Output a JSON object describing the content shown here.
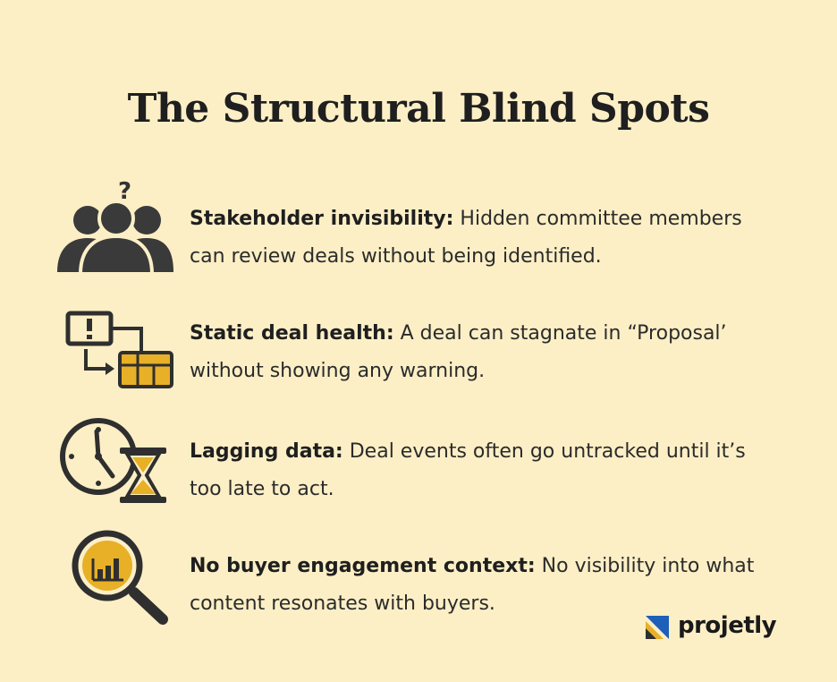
{
  "title": "The Structural Blind Spots",
  "items": [
    {
      "icon": "people-question-icon",
      "heading": "Stakeholder invisibility:",
      "body": "Hidden committee members can review deals without being identified."
    },
    {
      "icon": "warning-flow-icon",
      "heading": "Static deal health:",
      "body": "A deal can stagnate in “Proposal’ without showing any warning."
    },
    {
      "icon": "clock-hourglass-icon",
      "heading": "Lagging data:",
      "body": "Deal events often go untracked until it’s too late to act."
    },
    {
      "icon": "magnifier-chart-icon",
      "heading": "No buyer engagement context:",
      "body": "No visibility into what content resonates with buyers."
    }
  ],
  "logo": {
    "name": "projetly",
    "icon": "projetly-logo-icon"
  },
  "colors": {
    "background": "#FCEFC6",
    "accent": "#E8B027",
    "dark": "#3a3a3a"
  }
}
